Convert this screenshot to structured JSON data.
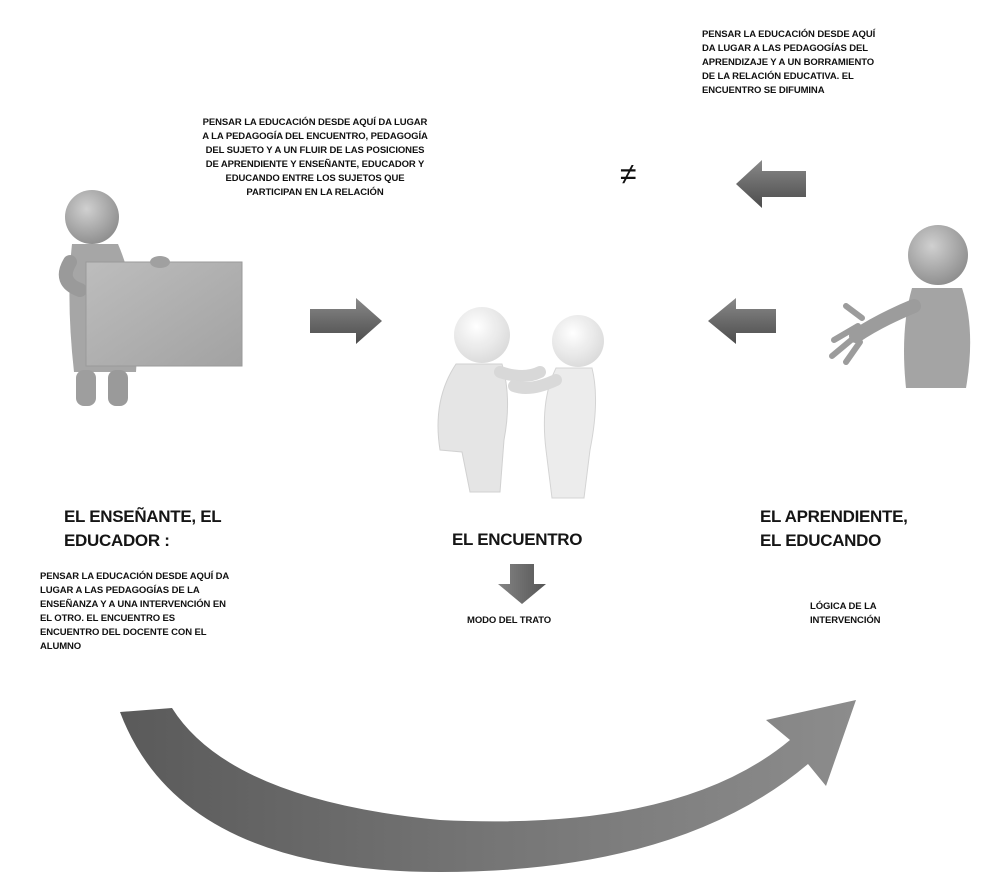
{
  "texts": {
    "top_right": "PENSAR LA EDUCACIÓN DESDE AQUÍ\nDA LUGAR A LAS PEDAGOGÍAS DEL\nAPRENDIZAJE Y A UN BORRAMIENTO\nDE LA RELACIÓN EDUCATIVA. EL\nENCUENTRO SE DIFUMINA",
    "top_center": "PENSAR LA EDUCACIÓN DESDE AQUÍ DA LUGAR\nA LA PEDAGOGÍA DEL ENCUENTRO, PEDAGOGÍA\nDEL SUJETO Y A UN FLUIR DE LAS POSICIONES\nDE APRENDIENTE Y ENSEÑANTE, EDUCADOR Y\nEDUCANDO  ENTRE LOS SUJETOS QUE\nPARTICIPAN EN LA RELACIÓN",
    "not_equal": "≠",
    "left_heading": "EL ENSEÑANTE, EL\nEDUCADOR  :",
    "center_heading": "EL ENCUENTRO",
    "right_heading": "EL APRENDIENTE,\nEL EDUCANDO",
    "left_body": "PENSAR LA EDUCACIÓN DESDE AQUÍ DA\nLUGAR A LAS PEDAGOGÍAS  DE LA\nENSEÑANZA Y A UNA INTERVENCIÓN EN\nEL OTRO. EL ENCUENTRO ES\nENCUENTRO DEL DOCENTE CON EL\nALUMNO",
    "center_body": "MODO DEL TRATO",
    "right_body": "LÓGICA DE LA\nINTERVENCIÓN"
  },
  "colors": {
    "arrow_fill": "#6f6f6f",
    "arrow_dark": "#4a4a4a",
    "figure": "#a8a8a8",
    "figure_light": "#e6e6e6",
    "board": "#b2b2b2"
  }
}
